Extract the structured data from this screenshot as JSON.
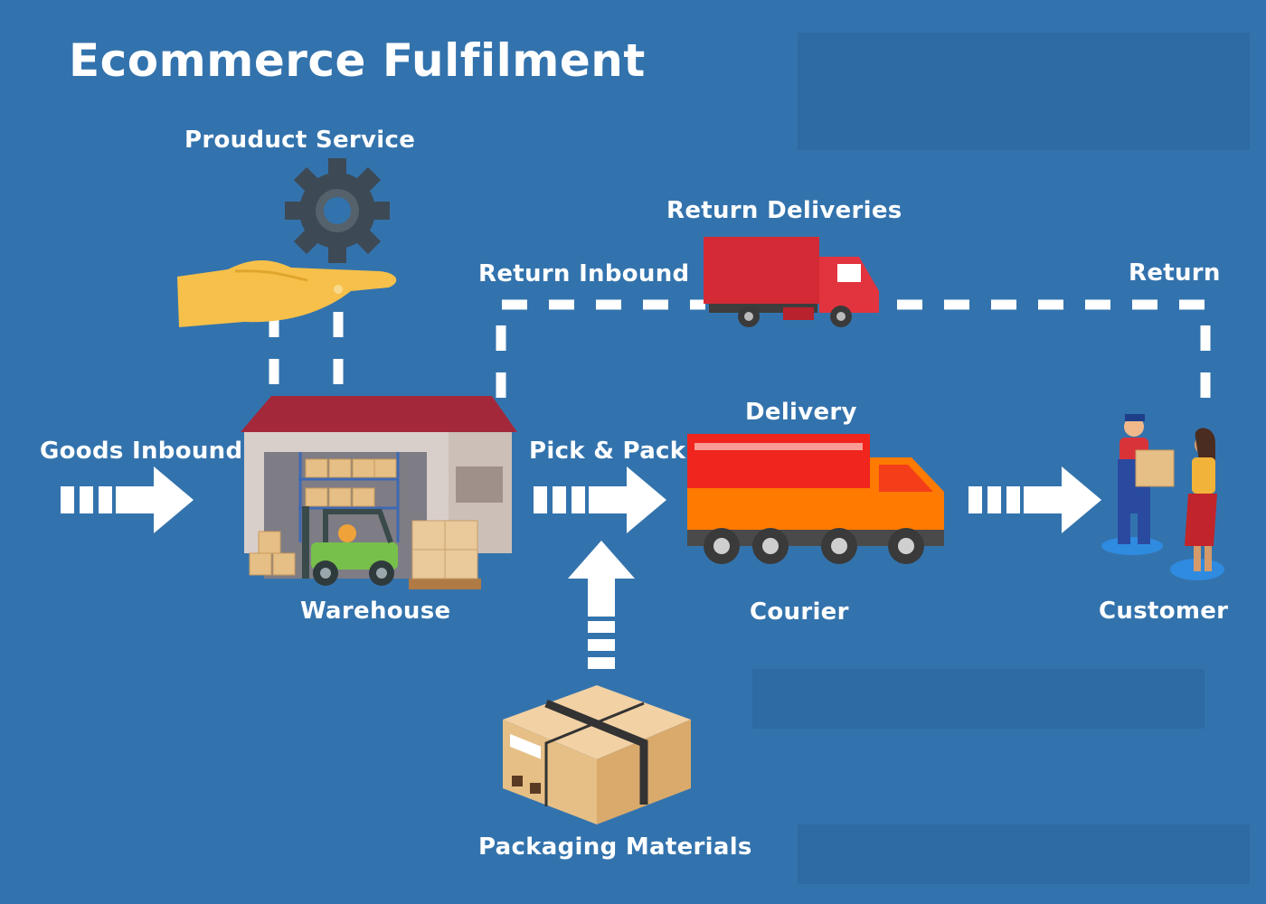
{
  "title": "Ecommerce Fulfilment",
  "nodes": {
    "product_service": "Prouduct Service",
    "return_deliveries": "Return Deliveries",
    "return_inbound": "Return Inbound",
    "return": "Return",
    "goods_inbound": "Goods Inbound",
    "pick_pack": "Pick & Pack",
    "delivery": "Delivery",
    "warehouse": "Warehouse",
    "courier": "Courier",
    "customer": "Customer",
    "packaging_materials": "Packaging Materials"
  },
  "colors": {
    "background": "#3373ad",
    "panel": "#2e6aa3",
    "arrow": "#ffffff",
    "gear": "#3d4a55",
    "hand": "#f6c04a",
    "warehouse_roof": "#a3283a",
    "return_truck": "#d42a35",
    "courier_box": "#f0251d",
    "courier_cab": "#ff7a00",
    "box": "#e8c08a"
  },
  "icons": [
    "gear-icon",
    "hand-icon",
    "warehouse-icon",
    "return-truck-icon",
    "courier-truck-icon",
    "customer-icon",
    "package-icon"
  ]
}
